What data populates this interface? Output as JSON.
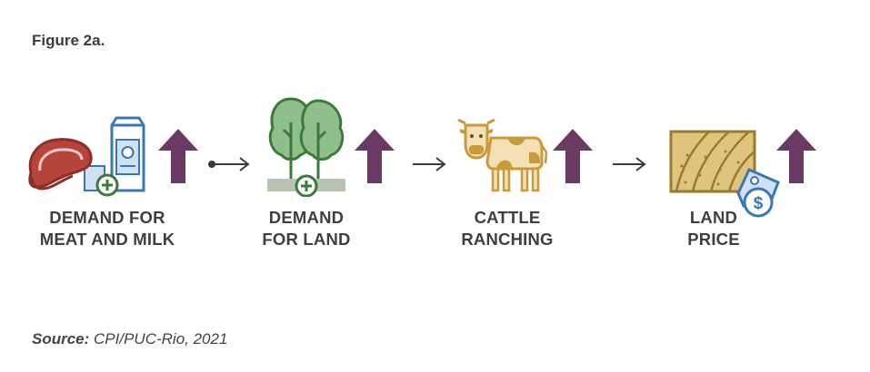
{
  "figure": {
    "title": "Figure 2a."
  },
  "steps": [
    {
      "line1": "DEMAND FOR",
      "line2": "MEAT AND MILK"
    },
    {
      "line1": "DEMAND",
      "line2": "FOR LAND"
    },
    {
      "line1": "CATTLE",
      "line2": "RANCHING"
    },
    {
      "line1": "LAND",
      "line2": "PRICE"
    }
  ],
  "source": {
    "label": "Source:",
    "text": " CPI/PUC-Rio, 2021"
  },
  "colors": {
    "up_arrow": "#6b3a63",
    "connector": "#3a3a3a",
    "green": "#3b7a3b",
    "meat": "#b5453a",
    "milk": "#3b78b3",
    "cattle": "#c99a3a",
    "field": "#c9a34a"
  },
  "icons": [
    "meat-icon",
    "milk-carton-icon",
    "trees-icon",
    "cow-icon",
    "field-icon",
    "price-tag-icon",
    "up-arrow-icon",
    "right-arrow-icon"
  ]
}
